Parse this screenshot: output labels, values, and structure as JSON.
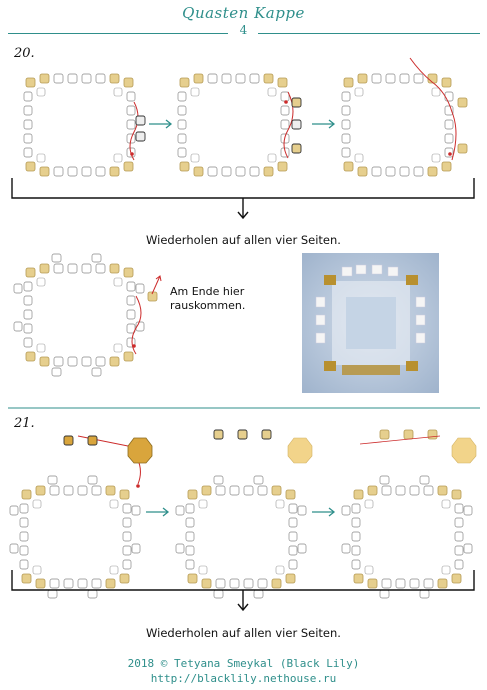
{
  "header": {
    "title": "Quasten Kappe",
    "page_number": "4"
  },
  "steps": [
    {
      "number": "20.",
      "caption": "Wiederholen auf allen vier Seiten."
    },
    {
      "number": "21.",
      "caption": "Wiederholen auf allen vier Seiten."
    }
  ],
  "annotation": "Am Ende hier\nrauskommen.",
  "footer": {
    "copyright": "2018 © Tetyana Smeykal (Black Lily)",
    "url": "http://blacklily.nethouse.ru"
  },
  "colors": {
    "accent": "#2f8f8b",
    "gold_bead": "#e6cf8e",
    "white_bead": "#ffffff",
    "thread": "#cc2b2b",
    "bicone": "#d9a53c"
  }
}
